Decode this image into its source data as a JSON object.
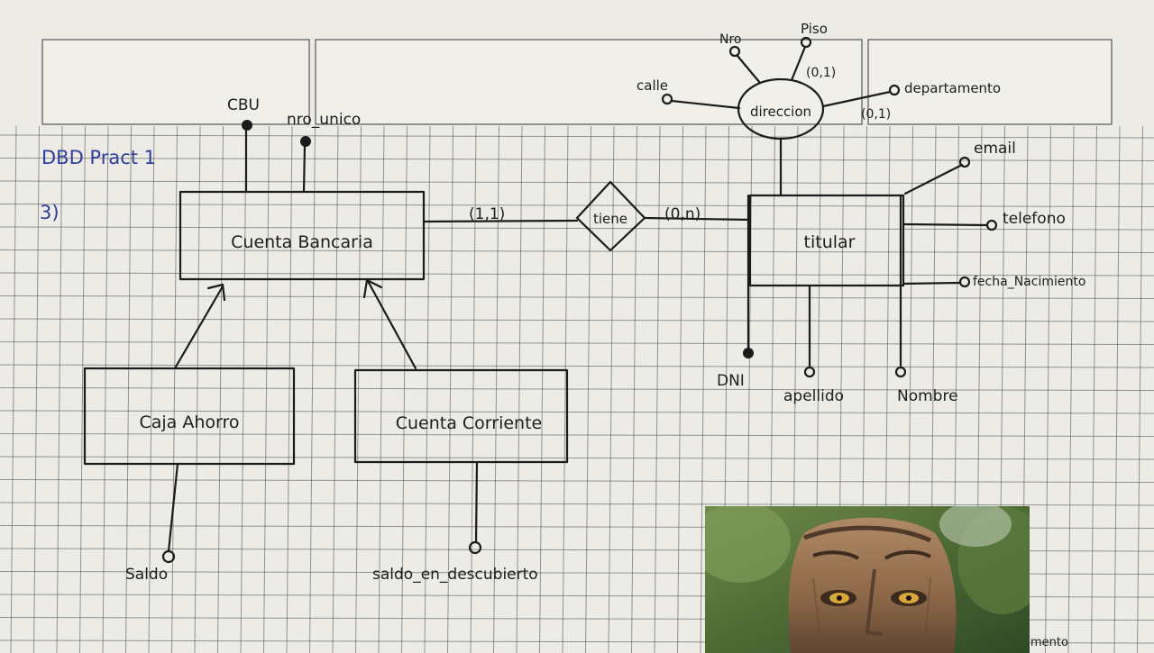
{
  "header": {
    "title": "DBD Pract 1",
    "exercise": "3)"
  },
  "entities": {
    "cuenta_bancaria": "Cuenta Bancaria",
    "caja_ahorro": "Caja Ahorro",
    "cuenta_corriente": "Cuenta Corriente",
    "titular": "titular",
    "direccion": "direccion"
  },
  "relationship": {
    "label": "tiene",
    "card_left": "(1,1)",
    "card_right": "(0,n)"
  },
  "attributes": {
    "cbu": "CBU",
    "nro_unico": "nro_unico",
    "saldo": "Saldo",
    "saldo_en_descubierto": "saldo_en_descubierto",
    "email": "email",
    "telefono": "telefono",
    "fecha_nacimiento": "fecha_Nacimiento",
    "dni": "DNI",
    "apellido": "apellido",
    "nombre": "Nombre",
    "calle": "calle",
    "nro": "Nro",
    "piso": "Piso",
    "departamento": "departamento",
    "piso_card": "(0,1)",
    "departamento_card": "(0,1)"
  },
  "fragment": {
    "bottom_right": "mento"
  },
  "colors": {
    "paper": "#ecebe6",
    "ink": "#1b1b1b",
    "blue_ink": "#2e3f9a"
  }
}
